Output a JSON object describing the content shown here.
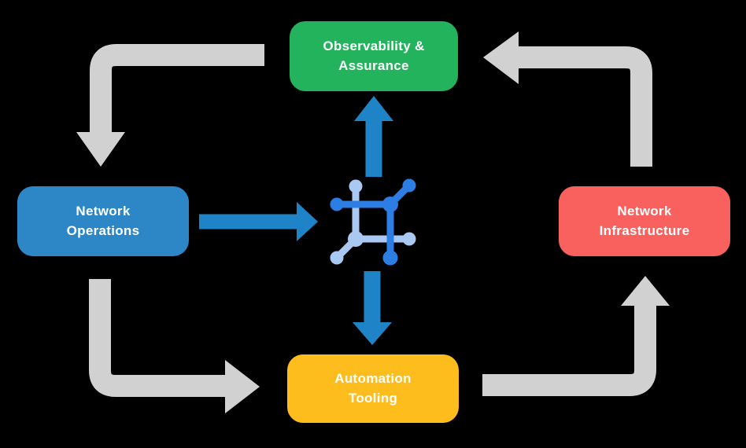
{
  "canvas": {
    "background": "#000000"
  },
  "nodes": {
    "observability": {
      "label": "Observability &\nAssurance",
      "color": "#23b35c"
    },
    "operations": {
      "label": "Network\nOperations",
      "color": "#2d87c7"
    },
    "infrastructure": {
      "label": "Network\nInfrastructure",
      "color": "#f9615e"
    },
    "automation": {
      "label": "Automation\nTooling",
      "color": "#fcbd1d"
    }
  },
  "center_icon": {
    "name": "network-mesh-icon",
    "dark_color": "#2c7de4",
    "light_color": "#a9c9f3"
  },
  "arrows": {
    "gray_color": "#d1d1d1",
    "blue_color": "#1f83c8",
    "cycle": [
      {
        "from": "Observability & Assurance",
        "to": "Network Operations"
      },
      {
        "from": "Network Operations",
        "to": "Automation Tooling"
      },
      {
        "from": "Automation Tooling",
        "to": "Network Infrastructure"
      },
      {
        "from": "Network Infrastructure",
        "to": "Observability & Assurance"
      }
    ],
    "center_links": [
      {
        "from": "Network Operations",
        "to": "center-icon"
      },
      {
        "from": "center-icon",
        "to": "Observability & Assurance"
      },
      {
        "from": "center-icon",
        "to": "Automation Tooling"
      }
    ]
  }
}
